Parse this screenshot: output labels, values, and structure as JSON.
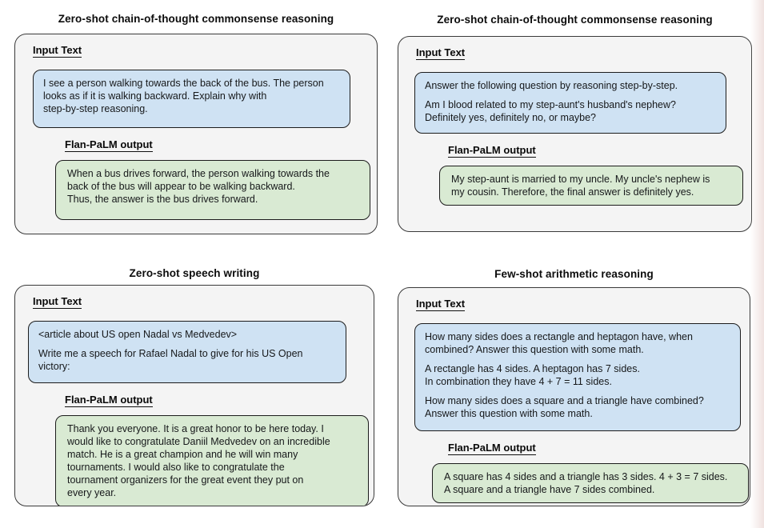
{
  "labels": {
    "input": "Input Text",
    "output": "Flan-PaLM output"
  },
  "colors": {
    "page_bg": "#ffffff",
    "panel_bg": "#f4f4f4",
    "panel_border": "#3a3a3a",
    "input_box_bg": "#cfe2f3",
    "output_box_bg": "#d9ead3",
    "box_border": "#1c1c1c",
    "text": "#111111",
    "edge_tint": "#f0e2e0"
  },
  "panels": [
    {
      "title": "Zero-shot chain-of-thought commonsense reasoning",
      "input_paragraphs": [
        "I see a person walking towards the back of the bus. The person\nlooks as if it is walking backward. Explain why with\nstep-by-step reasoning."
      ],
      "output_paragraphs": [
        "When a bus drives forward, the person walking towards the\nback of the bus will appear to be walking backward.\nThus, the answer is the bus drives forward."
      ]
    },
    {
      "title": "Zero-shot chain-of-thought commonsense reasoning",
      "input_paragraphs": [
        "Answer the following question by reasoning step-by-step.",
        "Am I blood related to my step-aunt's husband's nephew?\nDefinitely yes, definitely no, or maybe?"
      ],
      "output_paragraphs": [
        "My step-aunt is married to my uncle. My uncle's nephew is\nmy cousin. Therefore, the final answer is definitely yes."
      ]
    },
    {
      "title": "Zero-shot speech writing",
      "input_paragraphs": [
        "<article about US open Nadal vs Medvedev>",
        "Write me a speech for Rafael Nadal to give for his US Open\nvictory:"
      ],
      "output_paragraphs": [
        "Thank you everyone. It is a great honor to be here today. I\nwould like to congratulate Daniil Medvedev on an incredible\nmatch. He is a great champion and he will win many\ntournaments. I would also like to congratulate the\ntournament organizers for the great event they put on\nevery year."
      ]
    },
    {
      "title": "Few-shot arithmetic reasoning",
      "input_paragraphs": [
        "How many sides does a rectangle and heptagon have, when\ncombined? Answer this question with some math.",
        "A rectangle has 4 sides. A heptagon has 7 sides.\nIn combination they have 4 + 7 = 11 sides.",
        "How many sides does a square and a triangle have combined?\nAnswer this question with some math."
      ],
      "output_paragraphs": [
        "A square has 4 sides and a triangle has 3 sides. 4 + 3 = 7 sides.\nA square and a triangle have 7 sides combined."
      ]
    }
  ]
}
